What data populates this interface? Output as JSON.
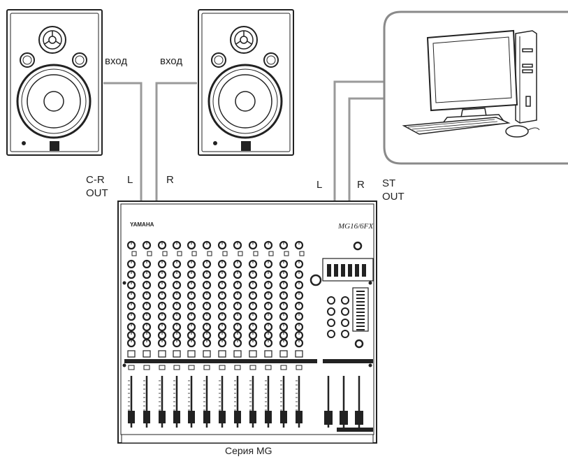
{
  "speakers": [
    {
      "input_label": "вход"
    },
    {
      "input_label": "вход"
    }
  ],
  "control_room": {
    "output_label_line1": "C-R",
    "output_label_line2": "OUT",
    "left_label": "L",
    "right_label": "R"
  },
  "stereo": {
    "output_label_line1": "ST",
    "output_label_line2": "OUT",
    "left_label": "L",
    "right_label": "R"
  },
  "mixer": {
    "brand": "YAMAHA",
    "model": "MG16/6FX",
    "caption": "Серия MG"
  },
  "colors": {
    "cable": "#9a9a9a",
    "outline": "#222222",
    "panel_border": "#8a8a8a"
  }
}
